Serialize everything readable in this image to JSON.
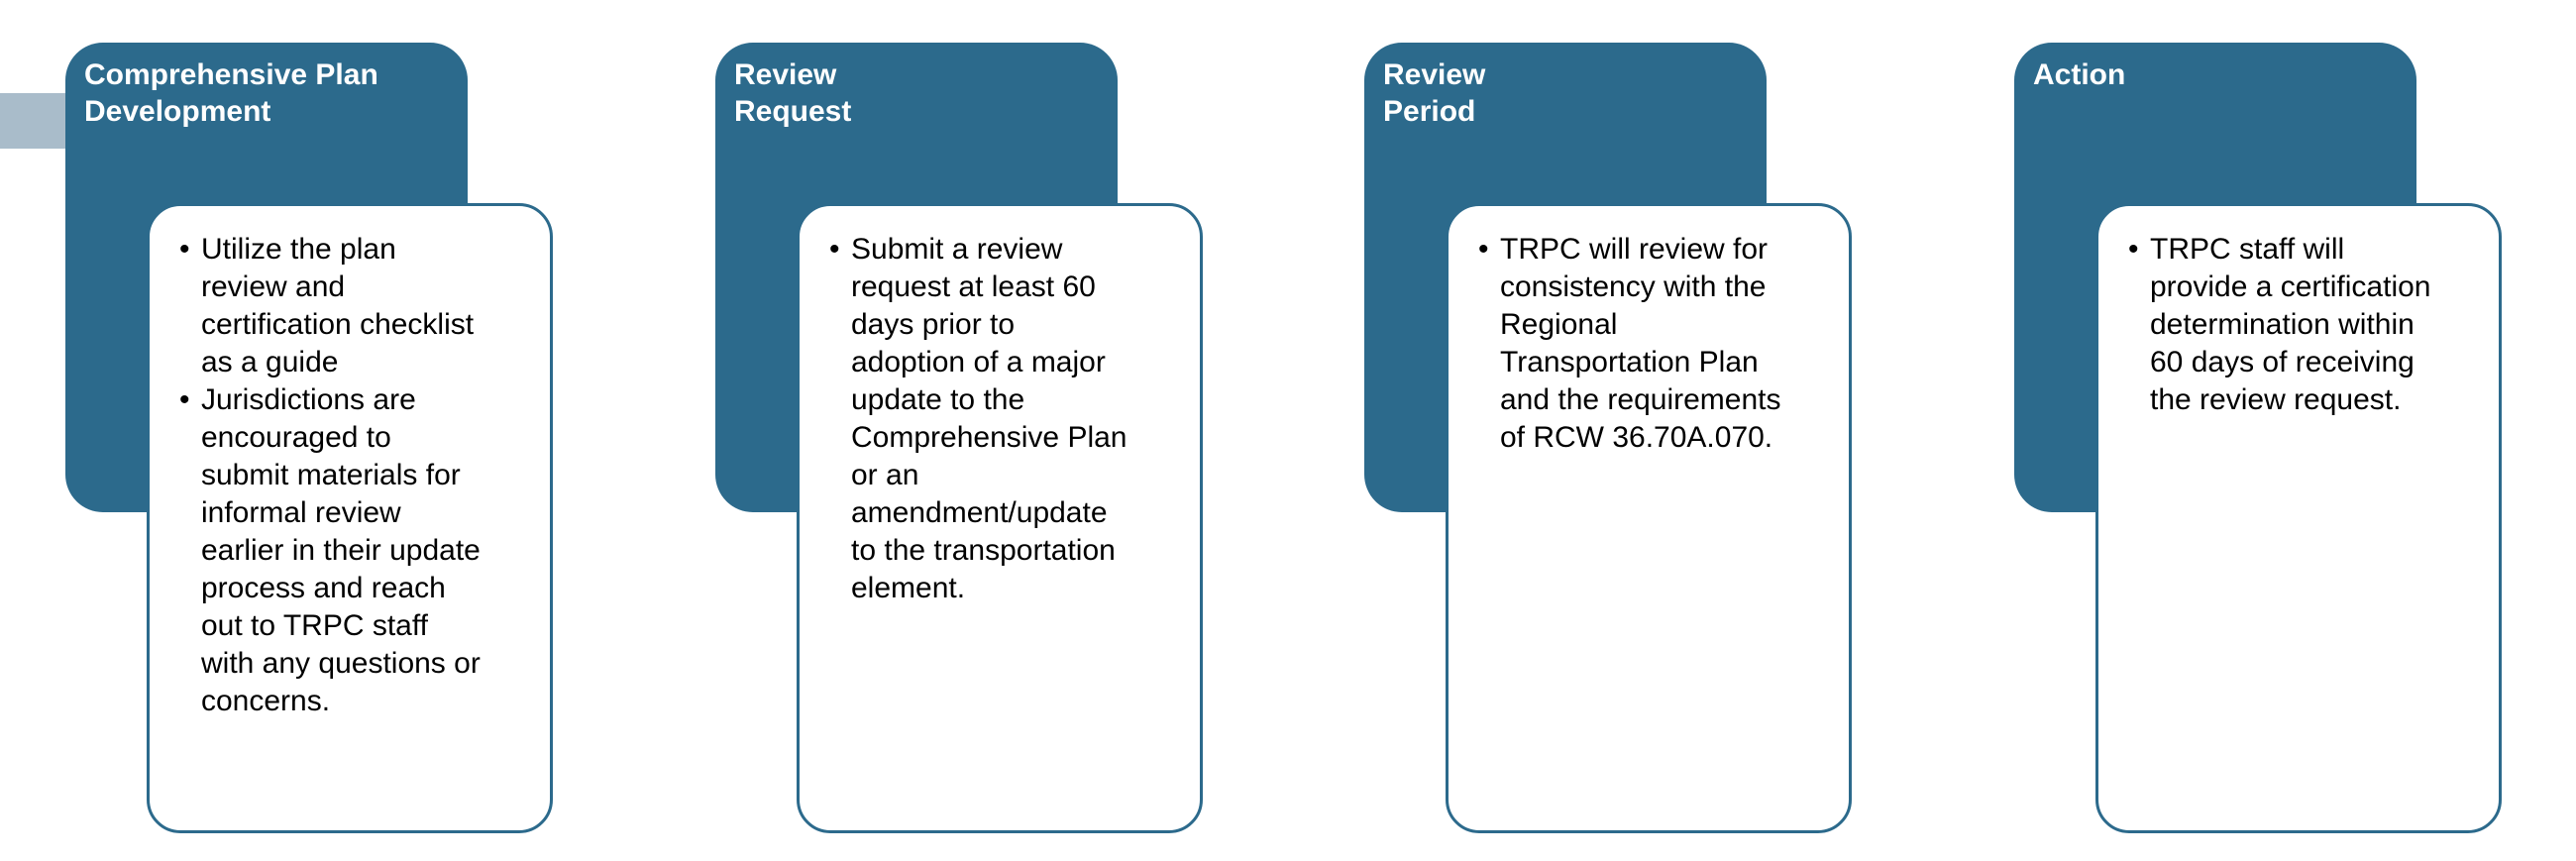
{
  "diagram": {
    "type": "process-flow",
    "colors": {
      "canvas_bg": "#ffffff",
      "box_fill": "#2c6a8c",
      "card_fill": "#ffffff",
      "card_border": "#2c6a8c",
      "title_text": "#ffffff",
      "body_text": "#000000",
      "arrow_fill": "#a9bcca"
    },
    "steps": [
      {
        "title": "Comprehensive Plan\nDevelopment",
        "bullets": [
          "Utilize the plan\nreview and\ncertification checklist\nas a guide",
          "Jurisdictions are\nencouraged to\nsubmit materials for\ninformal review\nearlier in their update\nprocess and reach\nout to TRPC staff\nwith any questions or\nconcerns."
        ]
      },
      {
        "title": "Review\nRequest",
        "bullets": [
          "Submit a review\nrequest at least 60\ndays prior to\nadoption of a major\nupdate to the\nComprehensive Plan\nor an\namendment/update\nto the transportation\nelement."
        ]
      },
      {
        "title": "Review\nPeriod",
        "bullets": [
          "TRPC will review for\nconsistency with the\nRegional\nTransportation Plan\nand the requirements\nof RCW 36.70A.070."
        ]
      },
      {
        "title": "Action",
        "bullets": [
          "TRPC staff will\nprovide a certification\ndetermination within\n60 days of receiving\nthe review request."
        ]
      }
    ]
  }
}
